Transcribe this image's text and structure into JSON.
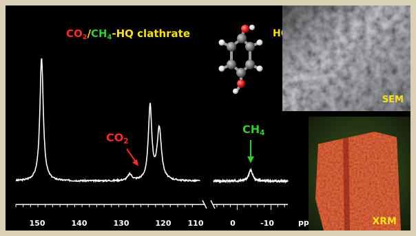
{
  "title": {
    "co2": "CO",
    "co2_sub": "2",
    "slash": "/",
    "ch4": "CH",
    "ch4_sub": "4",
    "rest": "-HQ clathrate"
  },
  "molecule_label": "HQ",
  "annotations": {
    "co2": "CO",
    "co2_sub": "2",
    "ch4": "CH",
    "ch4_sub": "4"
  },
  "axis": {
    "unit": "ppm",
    "ticks_left": [
      "150",
      "140",
      "130",
      "120",
      "110"
    ],
    "ticks_right": [
      "0",
      "-10"
    ]
  },
  "images": {
    "sem_label": "SEM",
    "xrm_label": "XRM"
  },
  "colors": {
    "co2": "#ff2a2a",
    "ch4": "#33cc33",
    "highlight": "#f2e21c",
    "oxygen": "#e02020",
    "carbon": "#8a8a8a",
    "hydrogen": "#e8e8e8",
    "sample": "#c83018"
  },
  "spectrum": {
    "left_segment": {
      "ppm_range": [
        155,
        105
      ],
      "peaks": [
        {
          "ppm": 148,
          "height": 1.0
        },
        {
          "ppm": 124,
          "height": 0.05
        },
        {
          "ppm": 118.5,
          "height": 0.6
        },
        {
          "ppm": 116,
          "height": 0.42
        }
      ]
    },
    "right_segment": {
      "ppm_range": [
        7,
        -15
      ],
      "peaks": [
        {
          "ppm": -4,
          "height": 0.09
        }
      ]
    }
  }
}
